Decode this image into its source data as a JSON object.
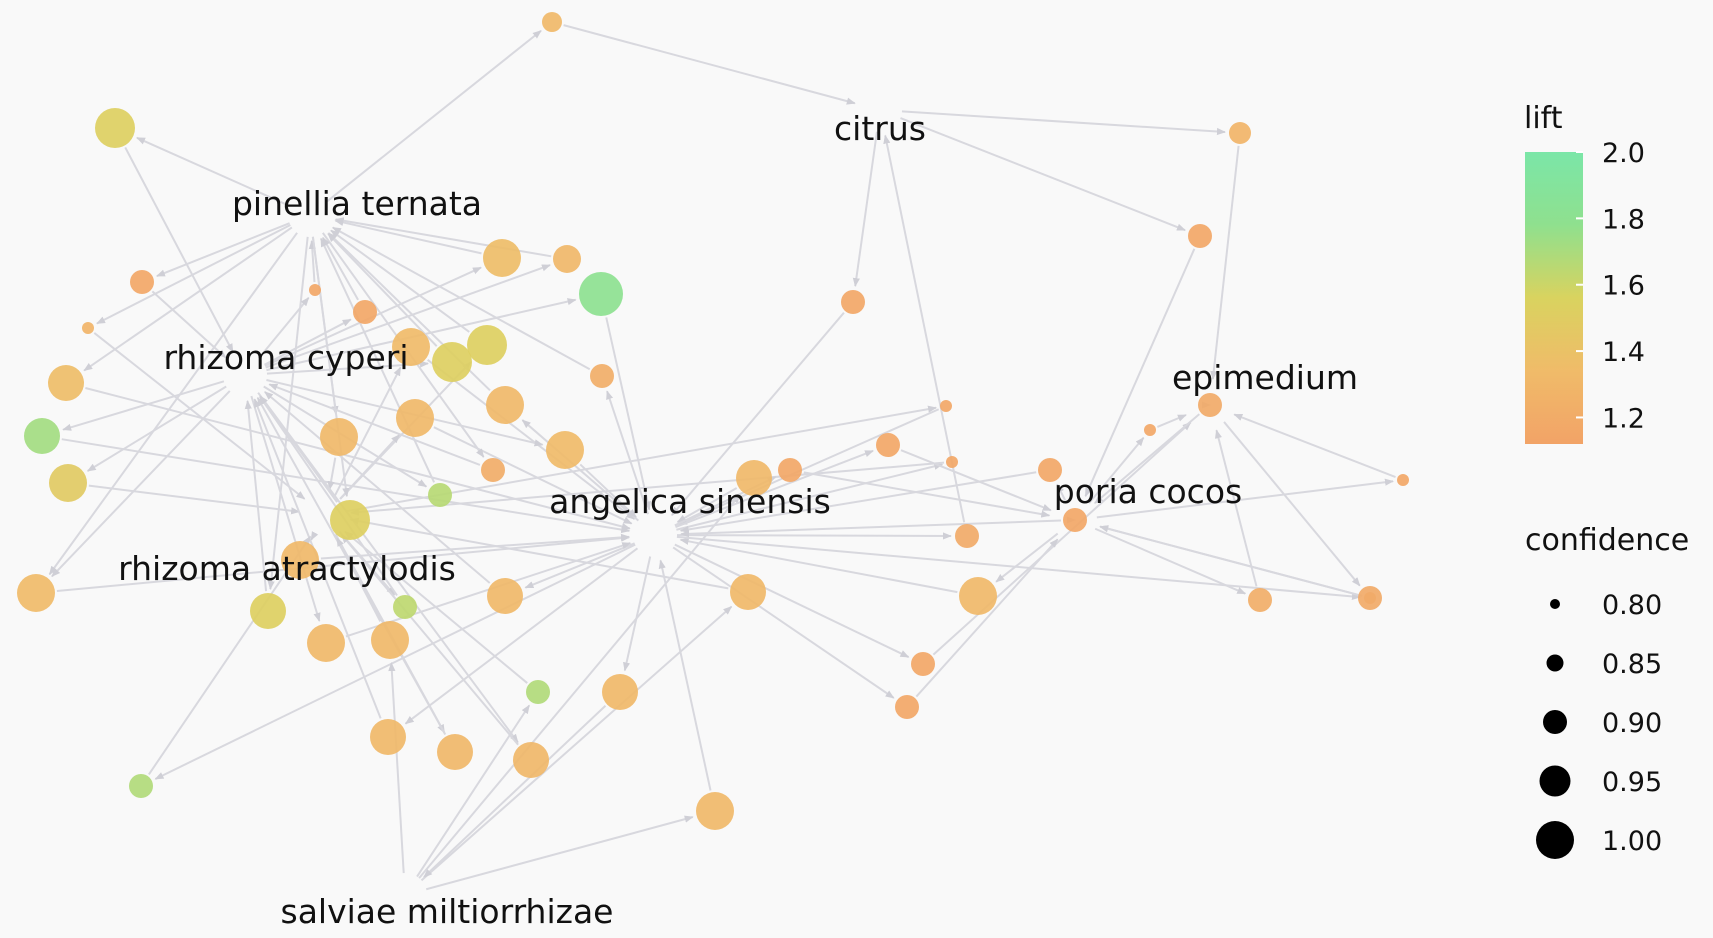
{
  "labels": {
    "citrus": "citrus",
    "pinellia": "pinellia ternata",
    "cyperi": "rhizoma cyperi",
    "atractylodis": "rhizoma atractylodis",
    "angelica": "angelica sinensis",
    "epimedium": "epimedium",
    "poria": "poria cocos",
    "salviae": "salviae miltiorrhizae"
  },
  "legend": {
    "lift_title": "lift",
    "lift_ticks": [
      {
        "value": 2.0,
        "label": "2.0"
      },
      {
        "value": 1.8,
        "label": "1.8"
      },
      {
        "value": 1.6,
        "label": "1.6"
      },
      {
        "value": 1.4,
        "label": "1.4"
      },
      {
        "value": 1.2,
        "label": "1.2"
      }
    ],
    "lift_range": [
      1.12,
      2.0
    ],
    "lift_colors": [
      "#f2a367",
      "#f0bb69",
      "#d9d35f",
      "#8fe08e",
      "#7be6a8"
    ],
    "confidence_title": "confidence",
    "confidence_items": [
      "0.80",
      "0.85",
      "0.90",
      "0.95",
      "1.00"
    ]
  },
  "rules": [
    {
      "id": "r1",
      "lift": 1.32,
      "confidence": 0.84,
      "from": [
        "pinellia"
      ],
      "to": [
        "citrus"
      ]
    },
    {
      "id": "r2",
      "lift": 1.28,
      "confidence": 0.85,
      "from": [
        "citrus"
      ],
      "to": [
        "epimedium"
      ]
    },
    {
      "id": "r3",
      "lift": 1.16,
      "confidence": 0.86,
      "from": [
        "citrus"
      ],
      "to": [
        "poria"
      ]
    },
    {
      "id": "r4",
      "lift": 1.16,
      "confidence": 0.86,
      "from": [
        "citrus"
      ],
      "to": [
        "angelica"
      ]
    },
    {
      "id": "r5",
      "lift": 1.52,
      "confidence": 0.94,
      "from": [
        "pinellia"
      ],
      "to": [
        "cyperi"
      ]
    },
    {
      "id": "r6",
      "lift": 1.16,
      "confidence": 0.86,
      "from": [
        "pinellia"
      ],
      "to": [
        "cyperi"
      ]
    },
    {
      "id": "r7",
      "lift": 1.28,
      "confidence": 0.8,
      "from": [
        "pinellia"
      ],
      "to": [
        "atractylodis"
      ]
    },
    {
      "id": "r8",
      "lift": 1.36,
      "confidence": 0.92,
      "from": [
        "pinellia"
      ],
      "to": [
        "angelica"
      ]
    },
    {
      "id": "r9",
      "lift": 1.72,
      "confidence": 0.92,
      "from": [
        "cyperi"
      ],
      "to": [
        "angelica"
      ]
    },
    {
      "id": "r10",
      "lift": 1.48,
      "confidence": 0.93,
      "from": [
        "cyperi"
      ],
      "to": [
        "atractylodis"
      ]
    },
    {
      "id": "r11",
      "lift": 1.34,
      "confidence": 0.93,
      "from": [
        "pinellia",
        "cyperi"
      ],
      "to": [
        "angelica"
      ]
    },
    {
      "id": "r12",
      "lift": 1.36,
      "confidence": 0.93,
      "from": [
        "cyperi"
      ],
      "to": [
        "pinellia"
      ]
    },
    {
      "id": "r13",
      "lift": 1.8,
      "confidence": 0.96,
      "from": [
        "cyperi"
      ],
      "to": [
        "angelica"
      ]
    },
    {
      "id": "r14",
      "lift": 1.3,
      "confidence": 0.88,
      "from": [
        "cyperi"
      ],
      "to": [
        "pinellia"
      ]
    },
    {
      "id": "r15",
      "lift": 1.52,
      "confidence": 0.94,
      "from": [
        "atractylodis"
      ],
      "to": [
        "pinellia"
      ]
    },
    {
      "id": "r16",
      "lift": 1.34,
      "confidence": 0.93,
      "from": [
        "atractylodis"
      ],
      "to": [
        "angelica"
      ]
    },
    {
      "id": "r17",
      "lift": 1.32,
      "confidence": 0.93,
      "from": [
        "pinellia"
      ],
      "to": [
        "atractylodis"
      ]
    },
    {
      "id": "r18",
      "lift": 1.32,
      "confidence": 0.93,
      "from": [
        "atractylodis"
      ],
      "to": [
        "angelica"
      ]
    },
    {
      "id": "r19",
      "lift": 1.32,
      "confidence": 0.93,
      "from": [
        "angelica"
      ],
      "to": [
        "pinellia"
      ]
    },
    {
      "id": "r20",
      "lift": 1.22,
      "confidence": 0.86,
      "from": [
        "angelica"
      ],
      "to": [
        "pinellia"
      ]
    },
    {
      "id": "r21",
      "lift": 1.2,
      "confidence": 0.86,
      "from": [
        "pinellia"
      ],
      "to": [
        "cyperi"
      ]
    },
    {
      "id": "r22",
      "lift": 1.32,
      "confidence": 0.92,
      "from": [
        "angelica"
      ],
      "to": [
        "cyperi"
      ]
    },
    {
      "id": "r23",
      "lift": 1.64,
      "confidence": 0.86,
      "from": [
        "atractylodis"
      ],
      "to": [
        "cyperi"
      ]
    },
    {
      "id": "r24",
      "lift": 1.52,
      "confidence": 0.92,
      "from": [
        "pinellia"
      ],
      "to": [
        "cyperi"
      ]
    },
    {
      "id": "r25",
      "lift": 1.32,
      "confidence": 0.93,
      "from": [
        "cyperi"
      ],
      "to": [
        "angelica"
      ]
    },
    {
      "id": "r26",
      "lift": 1.32,
      "confidence": 0.92,
      "from": [
        "angelica"
      ],
      "to": [
        "cyperi"
      ]
    },
    {
      "id": "r27",
      "lift": 1.3,
      "confidence": 0.92,
      "from": [
        "atractylodis"
      ],
      "to": [
        "cyperi"
      ]
    },
    {
      "id": "r28",
      "lift": 1.3,
      "confidence": 0.92,
      "from": [
        "cyperi"
      ],
      "to": [
        "atractylodis"
      ]
    },
    {
      "id": "r29",
      "lift": 1.68,
      "confidence": 0.86,
      "from": [
        "angelica"
      ],
      "to": [
        "atractylodis"
      ]
    },
    {
      "id": "r30",
      "lift": 1.32,
      "confidence": 0.93,
      "from": [
        "salviae"
      ],
      "to": [
        "angelica"
      ]
    },
    {
      "id": "r31",
      "lift": 1.32,
      "confidence": 0.92,
      "from": [
        "salviae"
      ],
      "to": [
        "atractylodis"
      ]
    },
    {
      "id": "r32",
      "lift": 1.68,
      "confidence": 0.86,
      "from": [
        "salviae"
      ],
      "to": [
        "atractylodis"
      ]
    },
    {
      "id": "r33",
      "lift": 1.32,
      "confidence": 0.92,
      "from": [
        "angelica"
      ],
      "to": [
        "salviae"
      ]
    },
    {
      "id": "r34",
      "lift": 1.32,
      "confidence": 0.92,
      "from": [
        "salviae"
      ],
      "to": [
        "angelica"
      ]
    },
    {
      "id": "r35",
      "lift": 1.16,
      "confidence": 0.8,
      "from": [
        "atractylodis"
      ],
      "to": [
        "angelica"
      ]
    },
    {
      "id": "r36",
      "lift": 1.16,
      "confidence": 0.8,
      "from": [
        "angelica"
      ],
      "to": [
        "atractylodis"
      ]
    },
    {
      "id": "r37",
      "lift": 1.18,
      "confidence": 0.86,
      "from": [
        "angelica"
      ],
      "to": [
        "citrus"
      ]
    },
    {
      "id": "r38",
      "lift": 1.32,
      "confidence": 0.93,
      "from": [
        "poria"
      ],
      "to": [
        "angelica"
      ]
    },
    {
      "id": "r39",
      "lift": 1.16,
      "confidence": 0.86,
      "from": [
        "angelica"
      ],
      "to": [
        "epimedium"
      ]
    },
    {
      "id": "r40",
      "lift": 1.16,
      "confidence": 0.86,
      "from": [
        "angelica"
      ],
      "to": [
        "poria"
      ]
    },
    {
      "id": "r41",
      "lift": 1.16,
      "confidence": 0.8,
      "from": [
        "angelica"
      ],
      "to": [
        "poria"
      ]
    },
    {
      "id": "r42",
      "lift": 1.16,
      "confidence": 0.8,
      "from": [
        "poria"
      ],
      "to": [
        "epimedium"
      ]
    },
    {
      "id": "r43",
      "lift": 1.18,
      "confidence": 0.86,
      "from": [
        "epimedium"
      ],
      "to": [
        "poria"
      ]
    },
    {
      "id": "r44",
      "lift": 1.16,
      "confidence": 0.86,
      "from": [
        "poria"
      ],
      "to": [
        "angelica"
      ]
    },
    {
      "id": "r45",
      "lift": 1.16,
      "confidence": 0.86,
      "from": [
        "angelica"
      ],
      "to": [
        "poria"
      ]
    },
    {
      "id": "r46",
      "lift": 1.16,
      "confidence": 0.86,
      "from": [
        "poria"
      ],
      "to": [
        "angelica"
      ]
    },
    {
      "id": "r47",
      "lift": 1.16,
      "confidence": 0.86,
      "from": [
        "angelica"
      ],
      "to": [
        "poria"
      ]
    },
    {
      "id": "r48",
      "lift": 1.52,
      "confidence": 0.94,
      "from": [
        "cyperi"
      ],
      "to": [
        "pinellia"
      ]
    },
    {
      "id": "r49",
      "lift": 1.16,
      "confidence": 0.86,
      "from": [
        "cyperi"
      ],
      "to": [
        "pinellia"
      ]
    },
    {
      "id": "r50",
      "lift": 1.16,
      "confidence": 0.8,
      "from": [
        "cyperi"
      ],
      "to": [
        "pinellia"
      ]
    },
    {
      "id": "r51",
      "lift": 1.34,
      "confidence": 0.93,
      "from": [
        "cyperi"
      ],
      "to": [
        "angelica"
      ]
    },
    {
      "id": "r52",
      "lift": 1.66,
      "confidence": 0.86,
      "from": [
        "cyperi"
      ],
      "to": [
        "pinellia"
      ]
    },
    {
      "id": "r53",
      "lift": 1.52,
      "confidence": 0.94,
      "from": [
        "pinellia"
      ],
      "to": [
        "cyperi"
      ]
    },
    {
      "id": "r54",
      "lift": 1.32,
      "confidence": 0.93,
      "from": [
        "atractylodis"
      ],
      "to": [
        "angelica"
      ]
    },
    {
      "id": "r55",
      "lift": 1.32,
      "confidence": 0.93,
      "from": [
        "salviae"
      ],
      "to": [
        "atractylodis"
      ]
    },
    {
      "id": "r56",
      "lift": 1.18,
      "confidence": 0.86,
      "from": [
        "epimedium"
      ],
      "to": [
        "poria"
      ]
    },
    {
      "id": "r57",
      "lift": 1.16,
      "confidence": 0.8,
      "from": [
        "poria"
      ],
      "to": [
        "epimedium"
      ]
    },
    {
      "id": "r58",
      "lift": 1.22,
      "confidence": 0.86,
      "from": [
        "poria"
      ],
      "to": [
        "epimedium"
      ]
    }
  ]
}
